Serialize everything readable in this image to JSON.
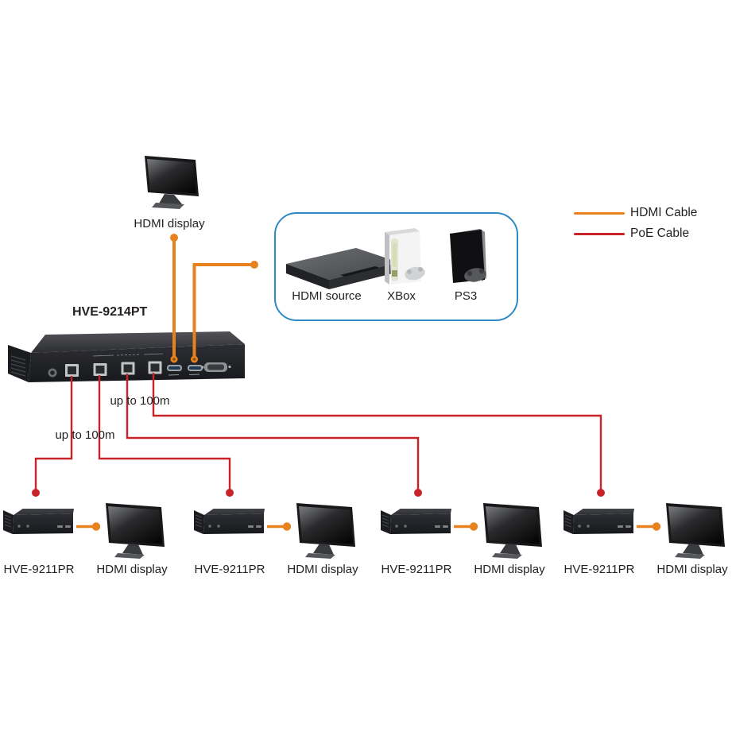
{
  "transmitter": {
    "model": "HVE-9214PT"
  },
  "top_display": {
    "label": "HDMI display"
  },
  "source_group": {
    "items": [
      {
        "label": "HDMI source"
      },
      {
        "label": "XBox"
      },
      {
        "label": "PS3"
      }
    ]
  },
  "legend": {
    "items": [
      {
        "label": "HDMI Cable",
        "color": "#e8821e"
      },
      {
        "label": "PoE Cable",
        "color": "#c9232a"
      }
    ]
  },
  "distance_labels": {
    "upper": "up to 100m",
    "lower": "up to 100m"
  },
  "receiver_groups": [
    {
      "device_label": "HVE-9211PR",
      "display_label": "HDMI display"
    },
    {
      "device_label": "HVE-9211PR",
      "display_label": "HDMI display"
    },
    {
      "device_label": "HVE-9211PR",
      "display_label": "HDMI display"
    },
    {
      "device_label": "HVE-9211PR",
      "display_label": "HDMI display"
    }
  ]
}
